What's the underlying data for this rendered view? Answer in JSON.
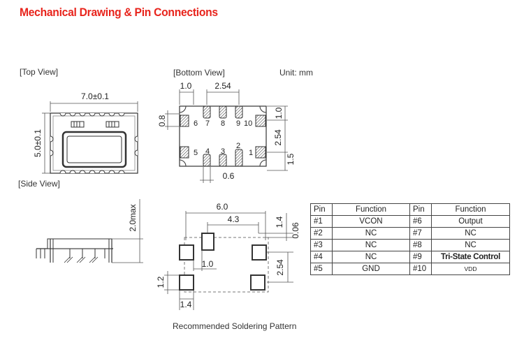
{
  "title": "Mechanical Drawing & Pin Connections",
  "labels": {
    "top_view": "[Top View]",
    "bottom_view": "[Bottom View]",
    "side_view": "[Side View]",
    "unit": "Unit: mm",
    "solder_pattern": "Recommended Soldering Pattern"
  },
  "dimensions": {
    "top_width": "7.0±0.1",
    "top_height": "5.0±0.1",
    "bottom_pitch_left": "1.0",
    "bottom_pitch_top": "2.54",
    "bottom_pad_height": "0.8",
    "bottom_right_top": "1.0",
    "bottom_right_mid": "2.54",
    "bottom_right_low": "1.5",
    "bottom_pad_width": "0.6",
    "side_max": "2.0max",
    "sp_width": "6.0",
    "sp_inner": "4.3",
    "sp_gap1": "1.4",
    "sp_gap2": "0.06",
    "sp_pitch": "1.0",
    "sp_row": "2.54",
    "sp_pad_h": "1.2",
    "sp_pad_w": "1.4"
  },
  "pin_numbers_top": [
    "6",
    "7",
    "8",
    "9",
    "10"
  ],
  "pin_numbers_bottom": [
    "5",
    "4",
    "3",
    "2",
    "1"
  ],
  "table": {
    "header": [
      "Pin",
      "Function",
      "Pin",
      "Function"
    ],
    "rows": [
      [
        "#1",
        "VCON",
        "#6",
        "Output"
      ],
      [
        "#2",
        "NC",
        "#7",
        "NC"
      ],
      [
        "#3",
        "NC",
        "#8",
        "NC"
      ],
      [
        "#4",
        "NC",
        "#9",
        "Tri-State Control"
      ],
      [
        "#5",
        "GND",
        "#10",
        "VDD"
      ]
    ]
  }
}
